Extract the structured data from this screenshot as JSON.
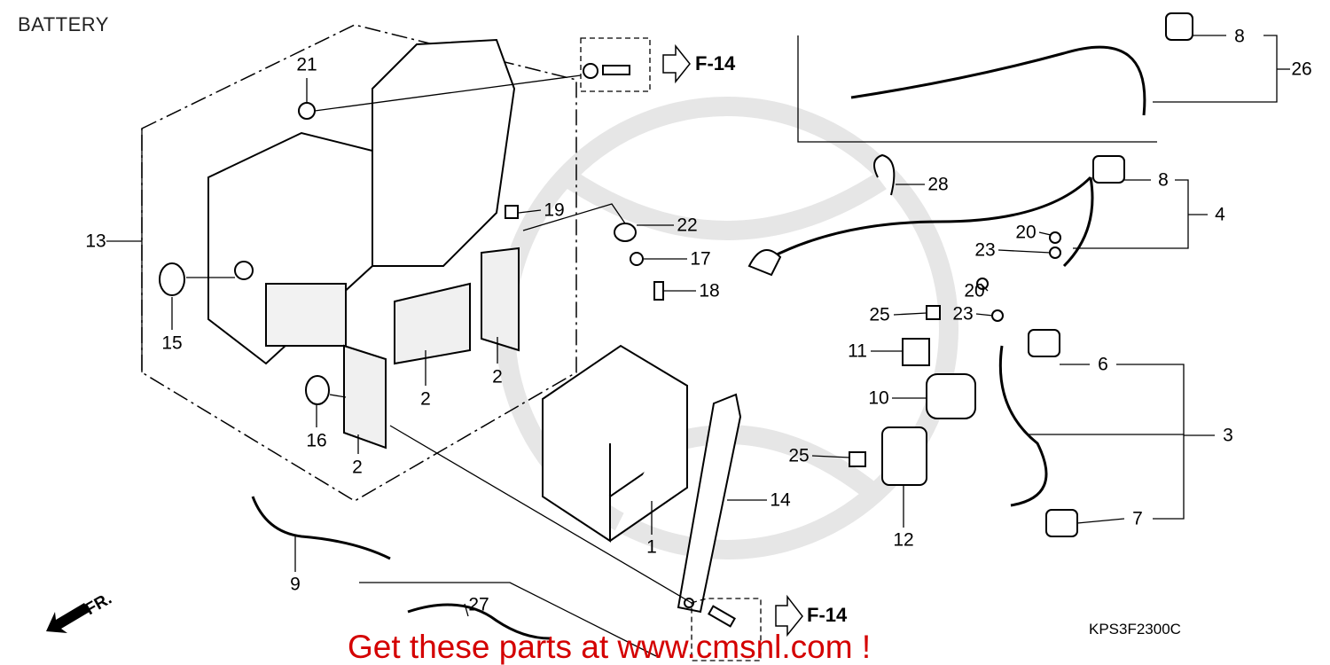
{
  "title": "BATTERY",
  "diagram_code": "KPS3F2300C",
  "front_marker": "FR.",
  "reference_links": [
    "F-14",
    "F-14"
  ],
  "watermark": "Get these parts at www.cmsnl.com !",
  "callouts": [
    "21",
    "13",
    "15",
    "16",
    "2",
    "2",
    "2",
    "19",
    "22",
    "17",
    "18",
    "28",
    "8",
    "26",
    "8",
    "4",
    "20",
    "23",
    "20",
    "23",
    "25",
    "11",
    "10",
    "6",
    "3",
    "25",
    "12",
    "7",
    "14",
    "1",
    "9",
    "27"
  ],
  "colors": {
    "line": "#000000",
    "watermark": "#d40000",
    "ghost_logo": "#e4e4e4"
  }
}
